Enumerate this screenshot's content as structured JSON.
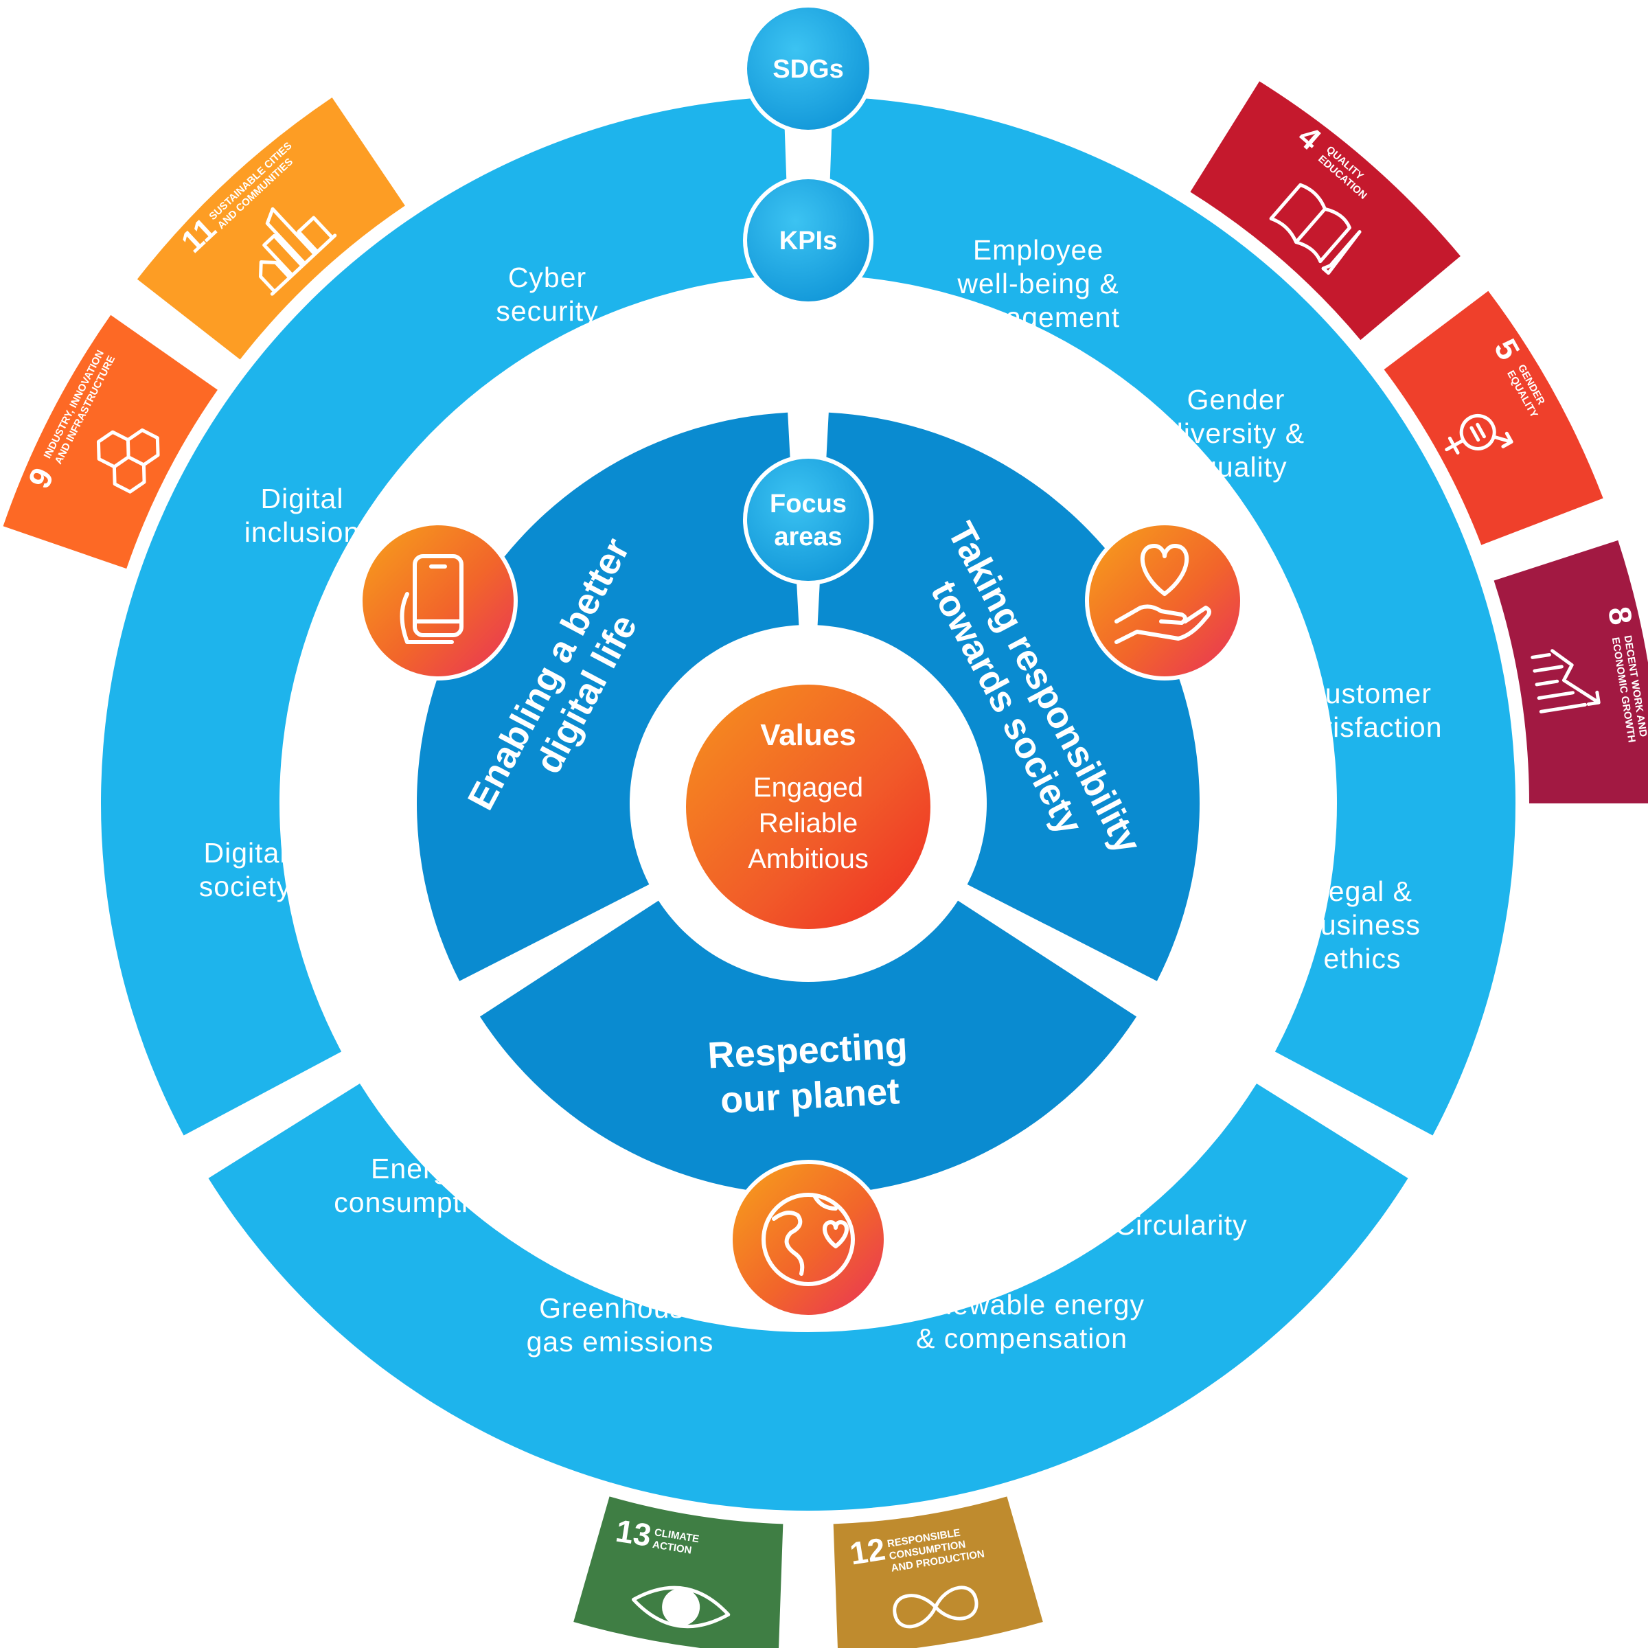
{
  "bubbles": {
    "sdgs": "SDGs",
    "kpis": "KPIs",
    "focus_line1": "Focus",
    "focus_line2": "areas"
  },
  "values": {
    "title": "Values",
    "items": [
      "Engaged",
      "Reliable",
      "Ambitious"
    ]
  },
  "focus_areas": {
    "digital_life": [
      "Enabling a better",
      "digital life"
    ],
    "responsibility": [
      "Taking responsibility",
      "towards society"
    ],
    "planet": [
      "Respecting",
      "our planet"
    ]
  },
  "kpis": {
    "cyber_security": [
      "Cyber",
      "security"
    ],
    "employee": [
      "Employee",
      "well-being &",
      "engagement"
    ],
    "gender": [
      "Gender",
      "diversity &",
      "equality"
    ],
    "customer": [
      "Customer",
      "satisfaction"
    ],
    "legal": [
      "Legal &",
      "business",
      "ethics"
    ],
    "digital_inclusion": [
      "Digital",
      "inclusion"
    ],
    "digital_society": [
      "Digital",
      "society"
    ],
    "energy_consumption": [
      "Energy",
      "consumption"
    ],
    "circularity": [
      "Circularity"
    ],
    "greenhouse": [
      "Greenhouse",
      "gas emissions"
    ],
    "renewable": [
      "Renewable energy",
      "& compensation"
    ]
  },
  "sdgs": [
    {
      "number": "4",
      "label": [
        "QUALITY",
        "EDUCATION"
      ],
      "color": "#C5192D",
      "icon": "book-pencil-icon"
    },
    {
      "number": "5",
      "label": [
        "GENDER",
        "EQUALITY"
      ],
      "color": "#EF402B",
      "icon": "gender-equality-icon"
    },
    {
      "number": "8",
      "label": [
        "DECENT WORK AND",
        "ECONOMIC GROWTH"
      ],
      "color": "#A21942",
      "icon": "growth-chart-icon"
    },
    {
      "number": "9",
      "label": [
        "INDUSTRY, INNOVATION",
        "AND INFRASTRUCTURE"
      ],
      "color": "#FD6925",
      "icon": "cubes-icon"
    },
    {
      "number": "11",
      "label": [
        "SUSTAINABLE CITIES",
        "AND COMMUNITIES"
      ],
      "color": "#FD9D24",
      "icon": "city-icon"
    },
    {
      "number": "12",
      "label": [
        "RESPONSIBLE",
        "CONSUMPTION",
        "AND PRODUCTION"
      ],
      "color": "#BF8B2E",
      "icon": "infinity-icon"
    },
    {
      "number": "13",
      "label": [
        "CLIMATE",
        "ACTION"
      ],
      "color": "#3F7E44",
      "icon": "eye-globe-icon"
    }
  ],
  "colors": {
    "outer_ring": "#1EB4EC",
    "inner_ring": "#0A8BD0",
    "bubble_blue": "#1AA3E0",
    "orange": "#F47B20",
    "orange_end": "#E8305A"
  }
}
